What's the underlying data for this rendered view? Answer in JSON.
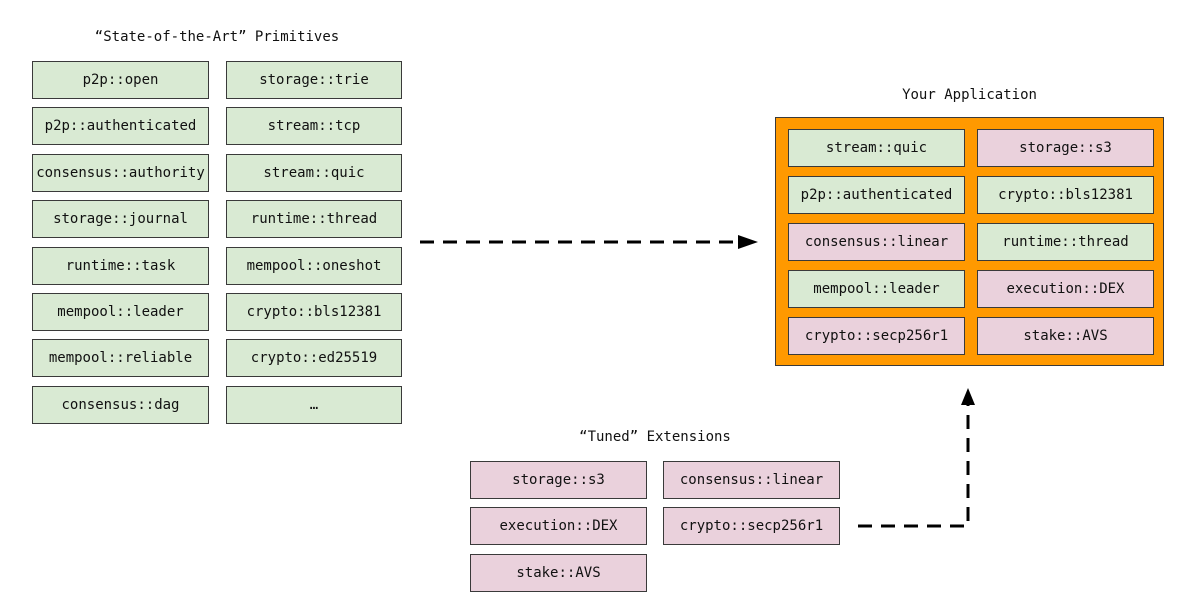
{
  "primitives": {
    "title": "“State-of-the-Art” Primitives",
    "left_column": [
      "p2p::open",
      "p2p::authenticated",
      "consensus::authority",
      "storage::journal",
      "runtime::task",
      "mempool::leader",
      "mempool::reliable",
      "consensus::dag"
    ],
    "right_column": [
      "storage::trie",
      "stream::tcp",
      "stream::quic",
      "runtime::thread",
      "mempool::oneshot",
      "crypto::bls12381",
      "crypto::ed25519",
      "…"
    ]
  },
  "application": {
    "title": "Your Application",
    "cells": [
      {
        "label": "stream::quic",
        "kind": "primitive"
      },
      {
        "label": "storage::s3",
        "kind": "extension"
      },
      {
        "label": "p2p::authenticated",
        "kind": "primitive"
      },
      {
        "label": "crypto::bls12381",
        "kind": "primitive"
      },
      {
        "label": "consensus::linear",
        "kind": "extension"
      },
      {
        "label": "runtime::thread",
        "kind": "primitive"
      },
      {
        "label": "mempool::leader",
        "kind": "primitive"
      },
      {
        "label": "execution::DEX",
        "kind": "extension"
      },
      {
        "label": "crypto::secp256r1",
        "kind": "extension"
      },
      {
        "label": "stake::AVS",
        "kind": "extension"
      }
    ],
    "panel_color": "#ff9900"
  },
  "extensions": {
    "title": "“Tuned” Extensions",
    "items": [
      "storage::s3",
      "consensus::linear",
      "execution::DEX",
      "crypto::secp256r1",
      "stake::AVS"
    ]
  },
  "colors": {
    "primitive": "#d9ead3",
    "extension": "#ead1dc",
    "arrow": "#000000"
  }
}
